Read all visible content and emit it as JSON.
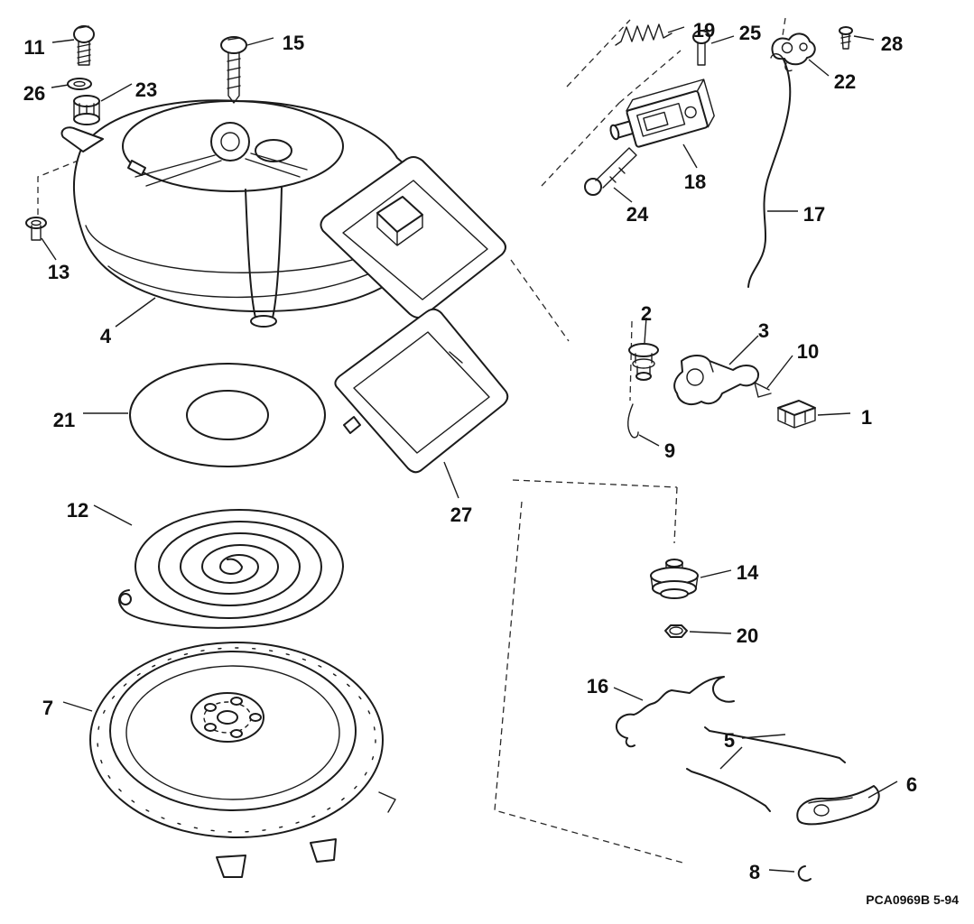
{
  "diagram": {
    "footer": "PCA0969B   5-94",
    "callouts": [
      {
        "label": "11"
      },
      {
        "label": "26"
      },
      {
        "label": "23"
      },
      {
        "label": "15"
      },
      {
        "label": "13"
      },
      {
        "label": "4"
      },
      {
        "label": "21"
      },
      {
        "label": "12"
      },
      {
        "label": "7"
      },
      {
        "label": "19"
      },
      {
        "label": "25"
      },
      {
        "label": "28"
      },
      {
        "label": "22"
      },
      {
        "label": "18"
      },
      {
        "label": "24"
      },
      {
        "label": "17"
      },
      {
        "label": "2"
      },
      {
        "label": "3"
      },
      {
        "label": "10"
      },
      {
        "label": "1"
      },
      {
        "label": "9"
      },
      {
        "label": "27"
      },
      {
        "label": "14"
      },
      {
        "label": "20"
      },
      {
        "label": "16"
      },
      {
        "label": "5"
      },
      {
        "label": "6"
      },
      {
        "label": "8"
      }
    ]
  }
}
